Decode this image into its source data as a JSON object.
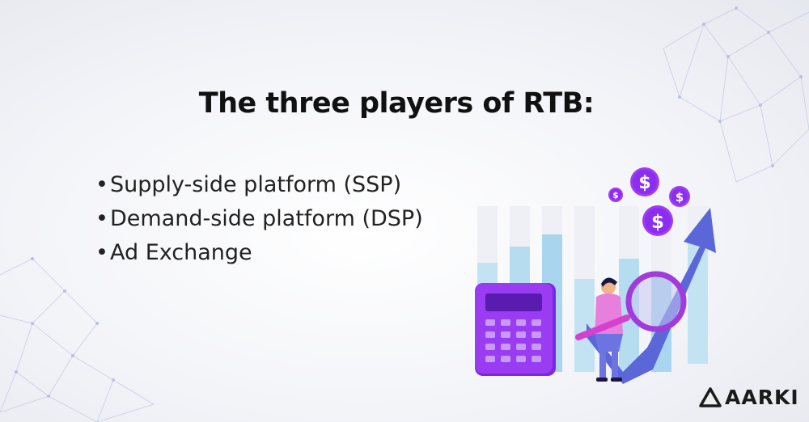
{
  "title": "The three players of RTB:",
  "bullet_marker": "•",
  "bullets": [
    "Supply-side platform (SSP)",
    "Demand-side platform (DSP)",
    "Ad Exchange"
  ],
  "dollar_symbol": "$",
  "brand": {
    "name": "AARKI"
  },
  "colors": {
    "accent_purple": "#8b2ef0",
    "accent_pink": "#e64fe0",
    "chart_blue": "#a9d6ee",
    "arrow_blue": "#5b66d8",
    "text_dark": "#111111"
  }
}
